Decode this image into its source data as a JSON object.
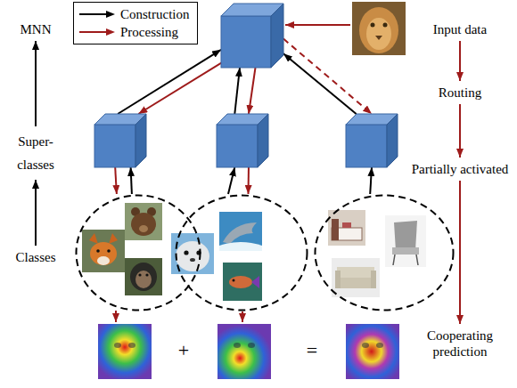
{
  "diagram": {
    "nodes": [
      {
        "text": []
      },
      {
        "text": []
      },
      {
        "text": []
      },
      {
        "text": []
      },
      {
        "text": []
      },
      {
        "text": []
      },
      {
        "text": []
      }
    ],
    "edges": [
      {
        "from": 0,
        "to": 1,
        "arrow": "to"
      },
      {
        "from": 1,
        "to": 0,
        "arrow": "to"
      },
      {
        "from": 2,
        "to": 0,
        "arrow": "to"
      },
      {
        "from": 0,
        "to": 2,
        "arrow": "to"
      },
      {
        "from": 3,
        "to": 0,
        "arrow": "to"
      },
      {
        "from": 0,
        "to": 3,
        "arrow": "to"
      },
      {
        "from": 1,
        "to": 4,
        "arrow": "to"
      },
      {
        "from": 4,
        "to": 1,
        "arrow": "to"
      },
      {
        "from": 2,
        "to": 5,
        "arrow": "to"
      },
      {
        "from": 5,
        "to": 2,
        "arrow": "to"
      },
      {
        "from": 6,
        "to": 3,
        "arrow": "to"
      }
    ],
    "labels": [
      "MNN",
      "Super- classes",
      "Classes",
      "Input data",
      "Routing",
      "Partially activated",
      "Cooperating prediction",
      "+",
      "="
    ],
    "legend": [
      {
        "text": "Construction"
      },
      {
        "text": "Processing"
      }
    ]
  }
}
